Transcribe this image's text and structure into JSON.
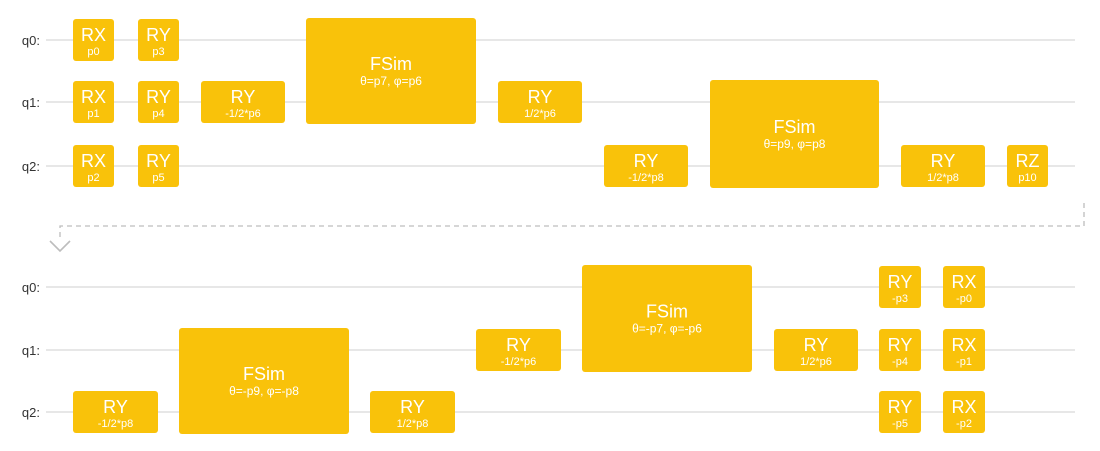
{
  "colors": {
    "gate": "#F9C20A",
    "wire": "#CFCFCF",
    "gate_text": "#FFFFFF",
    "label": "#333333",
    "connector": "#BDBDBD"
  },
  "icons": {
    "continuation": "chevron-down-icon"
  },
  "sections": [
    {
      "qubits": [
        "q0:",
        "q1:",
        "q2:"
      ],
      "gates": [
        {
          "name": "RX",
          "param": "p0",
          "wires": [
            0
          ],
          "col": 0
        },
        {
          "name": "RX",
          "param": "p1",
          "wires": [
            1
          ],
          "col": 0
        },
        {
          "name": "RX",
          "param": "p2",
          "wires": [
            2
          ],
          "col": 0
        },
        {
          "name": "RY",
          "param": "p3",
          "wires": [
            0
          ],
          "col": 1
        },
        {
          "name": "RY",
          "param": "p4",
          "wires": [
            1
          ],
          "col": 1
        },
        {
          "name": "RY",
          "param": "p5",
          "wires": [
            2
          ],
          "col": 1
        },
        {
          "name": "RY",
          "param": "-1/2*p6",
          "wires": [
            1
          ],
          "col": 2
        },
        {
          "name": "FSim",
          "param": "θ=p7, φ=p6",
          "wires": [
            0,
            1
          ],
          "col": 3
        },
        {
          "name": "RY",
          "param": "1/2*p6",
          "wires": [
            1
          ],
          "col": 4
        },
        {
          "name": "RY",
          "param": "-1/2*p8",
          "wires": [
            2
          ],
          "col": 5
        },
        {
          "name": "FSim",
          "param": "θ=p9, φ=p8",
          "wires": [
            1,
            2
          ],
          "col": 6
        },
        {
          "name": "RY",
          "param": "1/2*p8",
          "wires": [
            2
          ],
          "col": 7
        },
        {
          "name": "RZ",
          "param": "p10",
          "wires": [
            2
          ],
          "col": 8
        }
      ]
    },
    {
      "qubits": [
        "q0:",
        "q1:",
        "q2:"
      ],
      "gates": [
        {
          "name": "RY",
          "param": "-1/2*p8",
          "wires": [
            2
          ],
          "col": 0
        },
        {
          "name": "FSim",
          "param": "θ=-p9, φ=-p8",
          "wires": [
            1,
            2
          ],
          "col": 1
        },
        {
          "name": "RY",
          "param": "1/2*p8",
          "wires": [
            2
          ],
          "col": 2
        },
        {
          "name": "RY",
          "param": "-1/2*p6",
          "wires": [
            1
          ],
          "col": 3
        },
        {
          "name": "FSim",
          "param": "θ=-p7, φ=-p6",
          "wires": [
            0,
            1
          ],
          "col": 4
        },
        {
          "name": "RY",
          "param": "1/2*p6",
          "wires": [
            1
          ],
          "col": 5
        },
        {
          "name": "RY",
          "param": "-p3",
          "wires": [
            0
          ],
          "col": 6
        },
        {
          "name": "RY",
          "param": "-p4",
          "wires": [
            1
          ],
          "col": 6
        },
        {
          "name": "RY",
          "param": "-p5",
          "wires": [
            2
          ],
          "col": 6
        },
        {
          "name": "RX",
          "param": "-p0",
          "wires": [
            0
          ],
          "col": 7
        },
        {
          "name": "RX",
          "param": "-p1",
          "wires": [
            1
          ],
          "col": 7
        },
        {
          "name": "RX",
          "param": "-p2",
          "wires": [
            2
          ],
          "col": 7
        }
      ]
    }
  ]
}
